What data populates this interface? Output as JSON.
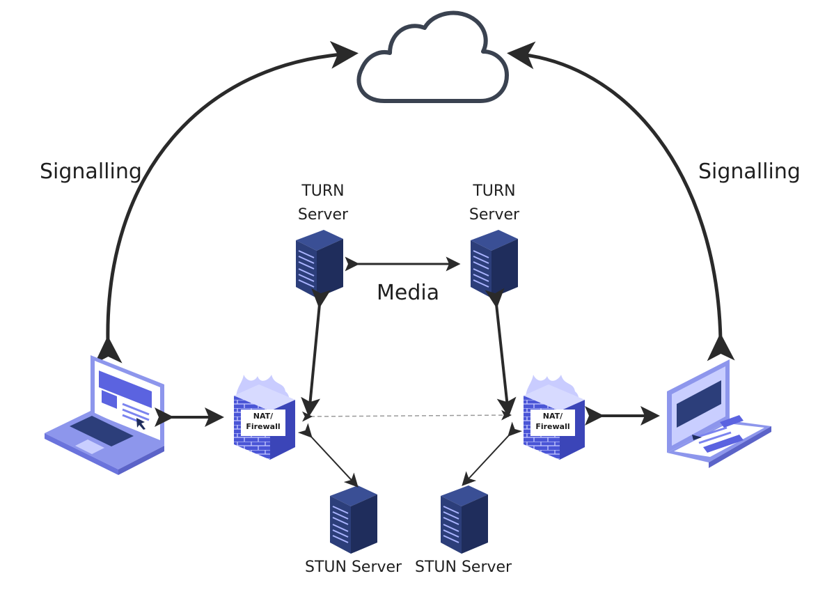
{
  "labels": {
    "signalling_left": "Signalling",
    "signalling_right": "Signalling",
    "turn_left_line1": "TURN",
    "turn_left_line2": "Server",
    "turn_right_line1": "TURN",
    "turn_right_line2": "Server",
    "media": "Media",
    "stun_left": "STUN Server",
    "stun_right": "STUN Server",
    "nat_left_line1": "NAT/",
    "nat_left_line2": "Firewall",
    "nat_right_line1": "NAT/",
    "nat_right_line2": "Firewall"
  },
  "icons": {
    "cloud": "cloud-icon",
    "server": "server-icon",
    "firewall": "firewall-icon",
    "laptop": "laptop-icon"
  },
  "colors": {
    "arrow": "#2a2a2a",
    "server_dark": "#1f2d5c",
    "server_mid": "#2c3e7a",
    "laptop": "#8d96ec",
    "laptop_light": "#c9ceff",
    "brick": "#4a55d6",
    "flame": "#c9ccff",
    "cloud_stroke": "#3a4250"
  }
}
